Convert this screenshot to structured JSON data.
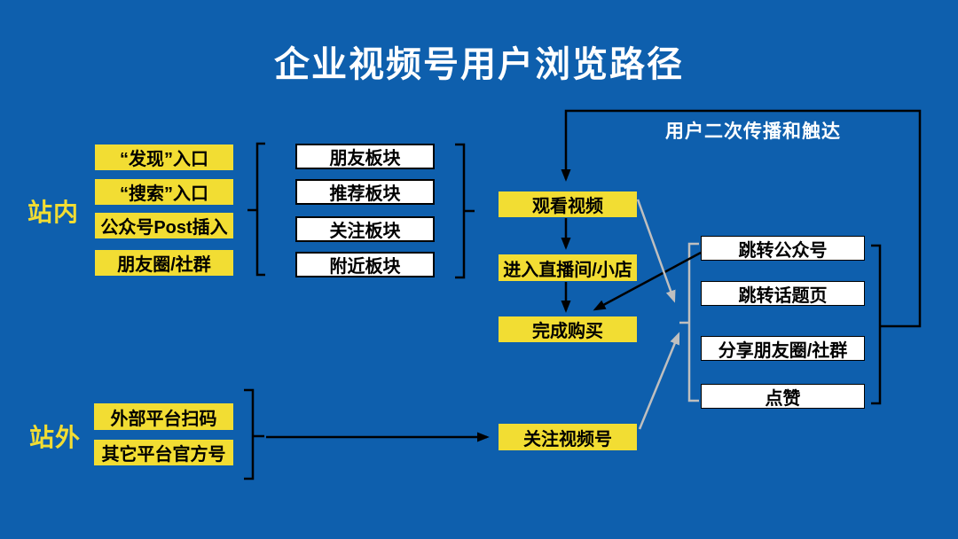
{
  "title": "企业视频号用户浏览路径",
  "loop_label": "用户二次传播和触达",
  "internal": {
    "label": "站内",
    "entries": [
      "“发现”入口",
      "“搜索”入口",
      "公众号Post插入",
      "朋友圈/社群"
    ]
  },
  "sections": [
    "朋友板块",
    "推荐板块",
    "关注板块",
    "附近板块"
  ],
  "main_flow": {
    "watch": "观看视频",
    "enter_live": "进入直播间/小店",
    "purchase": "完成购买",
    "follow": "关注视频号"
  },
  "actions": [
    "跳转公众号",
    "跳转话题页",
    "分享朋友圈/社群",
    "点赞"
  ],
  "external": {
    "label": "站外",
    "entries": [
      "外部平台扫码",
      "其它平台官方号"
    ]
  },
  "colors": {
    "background": "#0E5FAD",
    "box_yellow": "#F2DD33",
    "box_white": "#FFFFFF",
    "text_dark": "#000000",
    "text_light": "#FFFFFF",
    "connector_black": "#000000",
    "connector_gray": "#BFBFBF"
  }
}
